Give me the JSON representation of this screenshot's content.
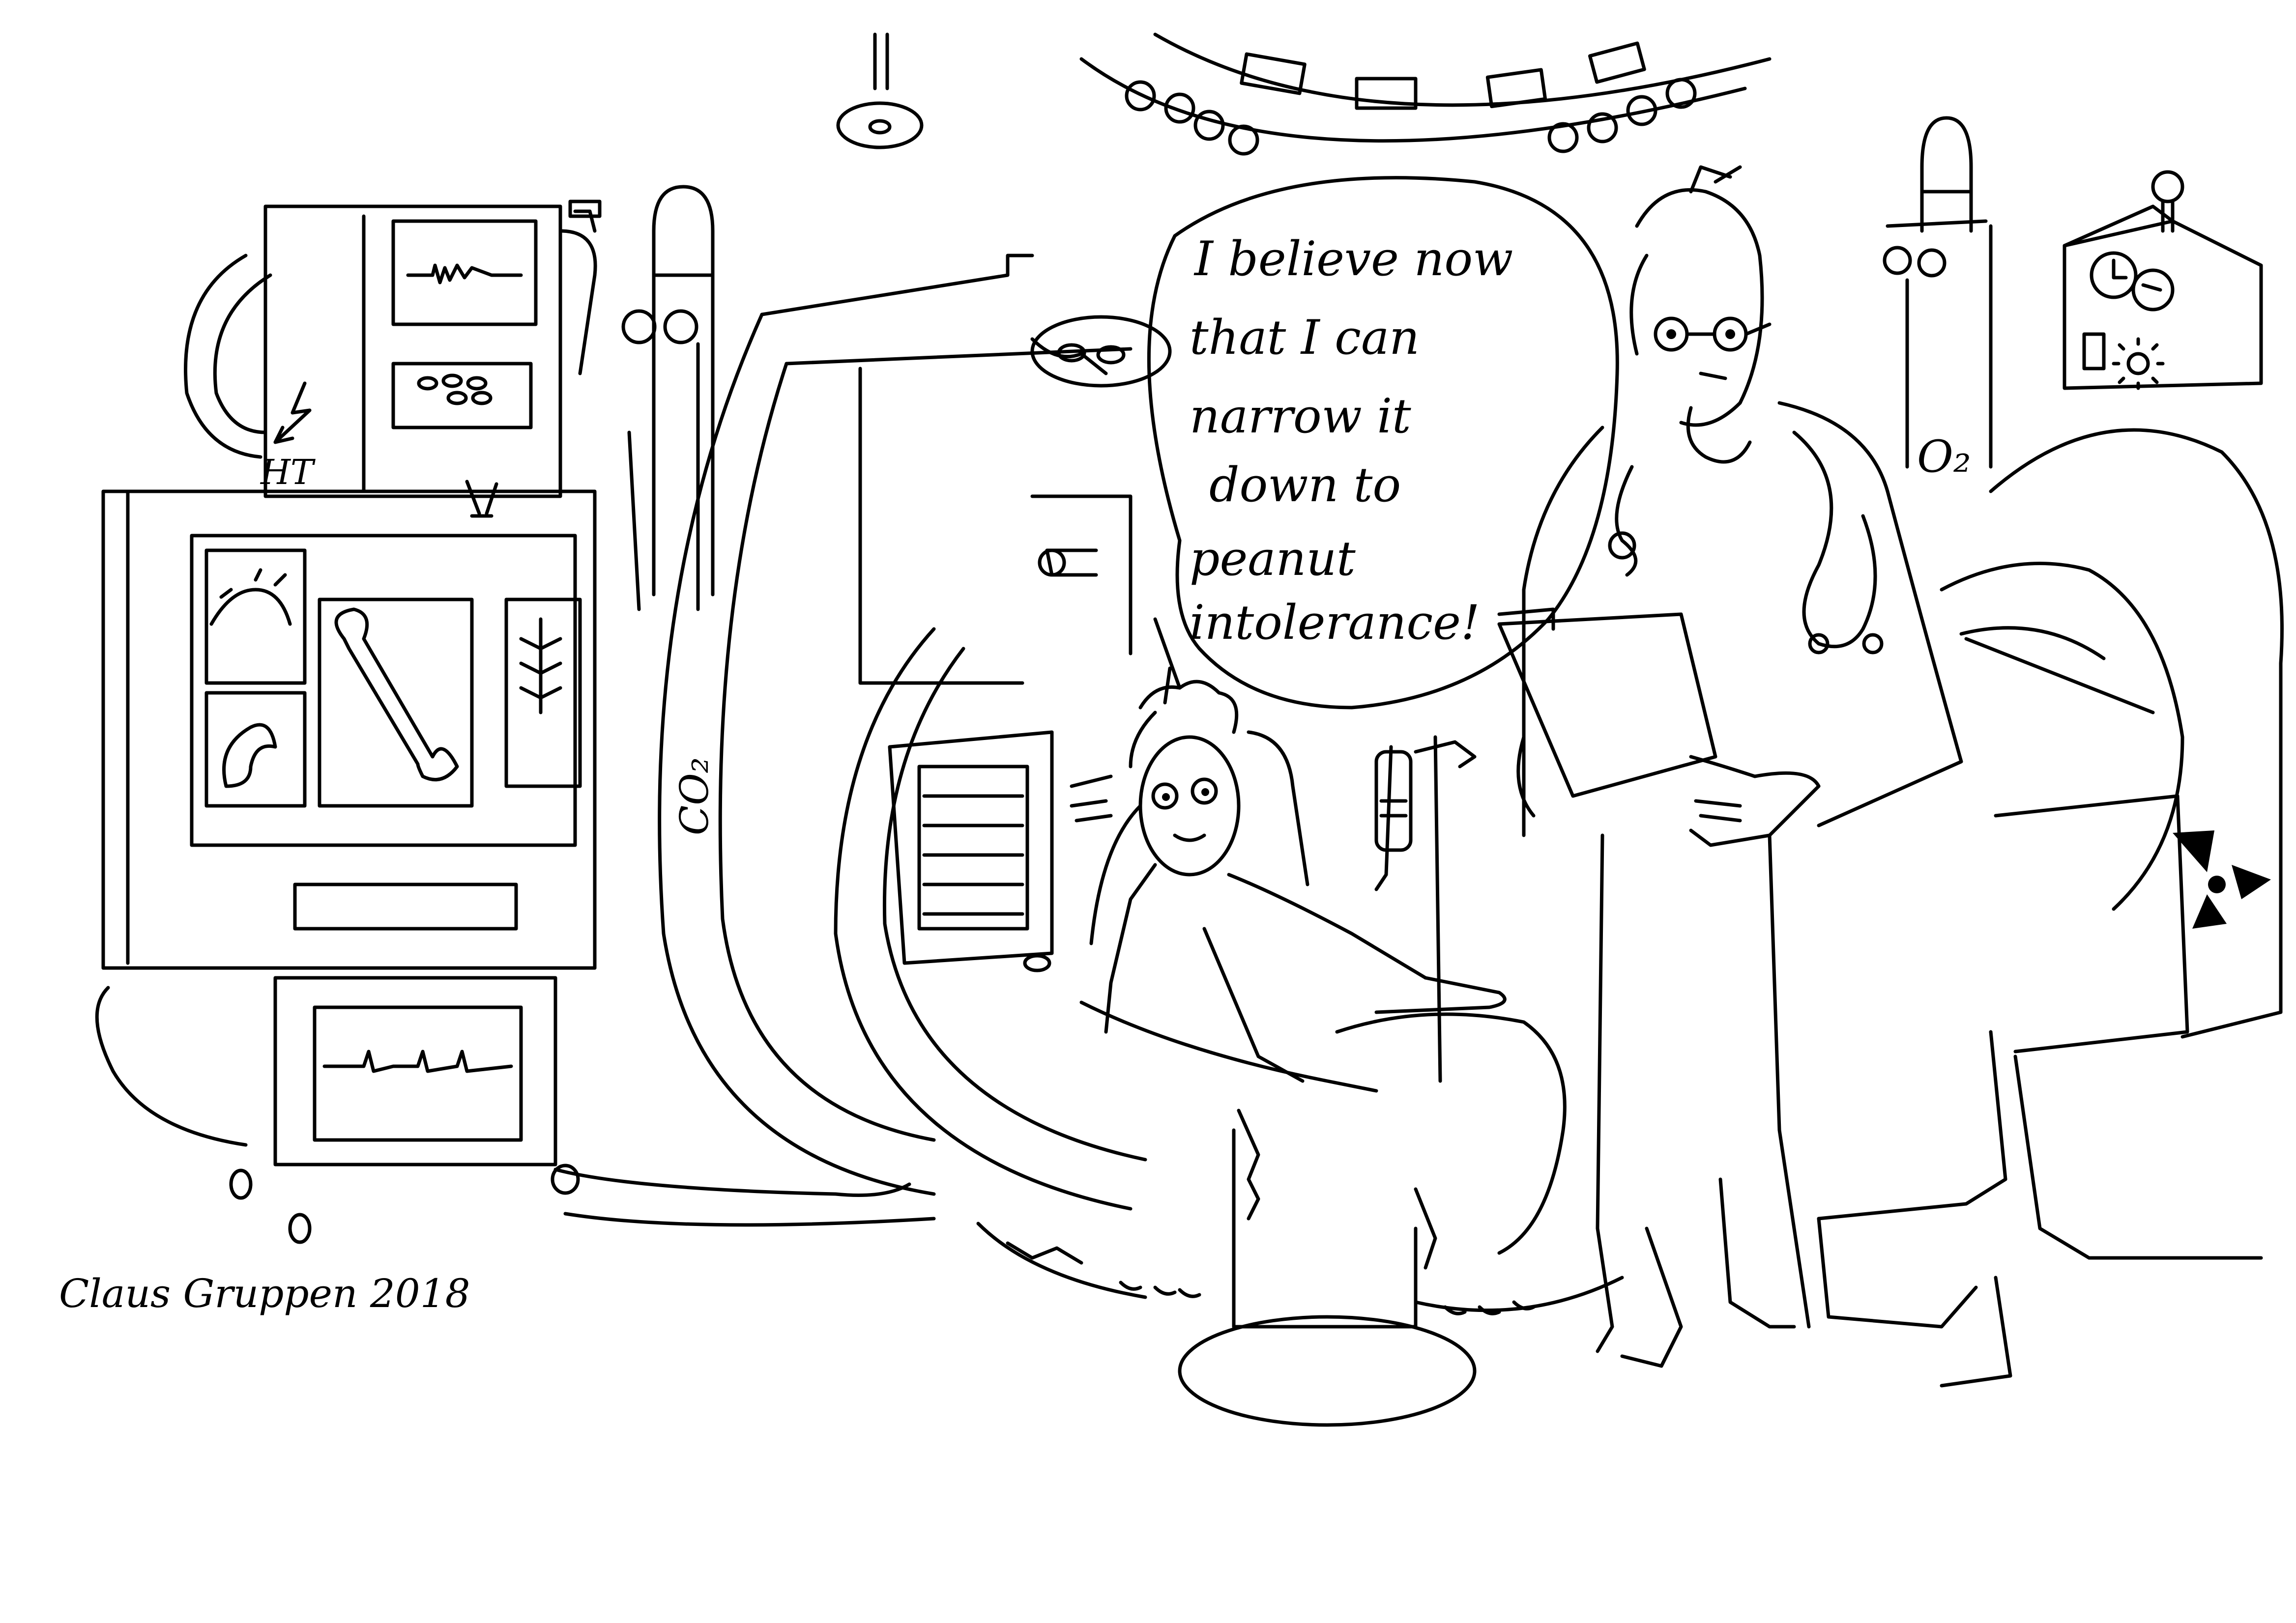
{
  "speech_bubble": {
    "lines": [
      "I believe now",
      "that I can",
      "narrow it",
      "down to",
      "peanut",
      "intolerance!"
    ]
  },
  "equipment_labels": {
    "high_voltage": "HT",
    "carbon_dioxide": "CO₂",
    "oxygen": "O₂"
  },
  "signature": "Claus Gruppen 2018",
  "icons": {
    "lightning": "lightning-bolt-icon",
    "radiation": "radiation-trefoil-icon",
    "sun": "sun-icon",
    "clock": "clock-icon"
  }
}
